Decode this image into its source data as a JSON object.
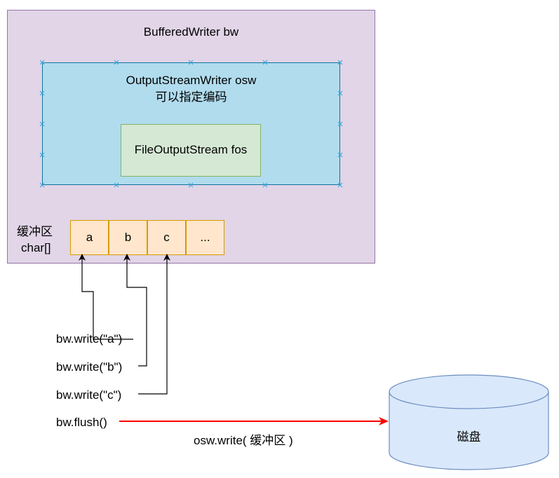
{
  "bufferedwriter": {
    "title": "BufferedWriter  bw"
  },
  "outputstreamwriter": {
    "title": "OutputStreamWriter  osw",
    "subtitle": "可以指定编码"
  },
  "fileoutputstream": {
    "title": "FileOutputStream  fos"
  },
  "buffer": {
    "label_line1": "缓冲区",
    "label_line2": "char[]",
    "cells": [
      "a",
      "b",
      "c",
      "..."
    ]
  },
  "calls": {
    "write_a": "bw.write(\"a\")",
    "write_b": "bw.write(\"b\")",
    "write_c": "bw.write(\"c\")",
    "flush": "bw.flush()"
  },
  "flush_arrow_label": "osw.write( 缓冲区 )",
  "disk": {
    "label": "磁盘"
  },
  "colors": {
    "bufferedwriter_fill": "#e1d5e7",
    "outputstreamwriter_fill": "#b1dcee",
    "fileoutputstream_fill": "#d5e8d4",
    "buffer_cell_fill": "#ffe6cc",
    "disk_fill": "#dae8fc",
    "flush_arrow": "#ff0000"
  }
}
